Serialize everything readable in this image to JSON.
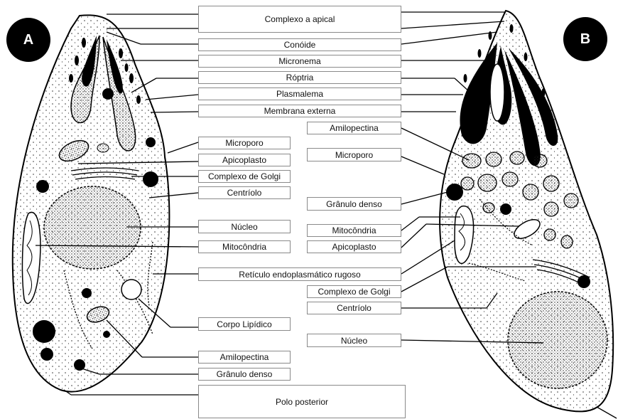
{
  "panels": {
    "a": "A",
    "b": "B"
  },
  "center_labels": {
    "complexo_apical": "Complexo a apical",
    "conoide": "Conóide",
    "micronema": "Micronema",
    "roptria": "Róptria",
    "plasmalema": "Plasmalema",
    "membrana_externa": "Membrana externa",
    "reticulo": "Retículo endoplasmático rugoso",
    "polo_posterior": "Polo posterior"
  },
  "left_labels": {
    "microporo": "Microporo",
    "apicoplasto": "Apicoplasto",
    "golgi": "Complexo de Golgi",
    "centriolo": "Centríolo",
    "nucleo": "Núcleo",
    "mitocondria": "Mitocôndria",
    "corpo_lipidico": "Corpo Lipídico",
    "amilopectina": "Amilopectina",
    "granulo_denso": "Grânulo denso"
  },
  "right_labels": {
    "amilopectina": "Amilopectina",
    "microporo": "Microporo",
    "granulo_denso": "Grânulo denso",
    "mitocondria": "Mitocôndria",
    "apicoplasto": "Apicoplasto",
    "golgi": "Complexo de Golgi",
    "centriolo": "Centríolo",
    "nucleo": "Núcleo"
  }
}
